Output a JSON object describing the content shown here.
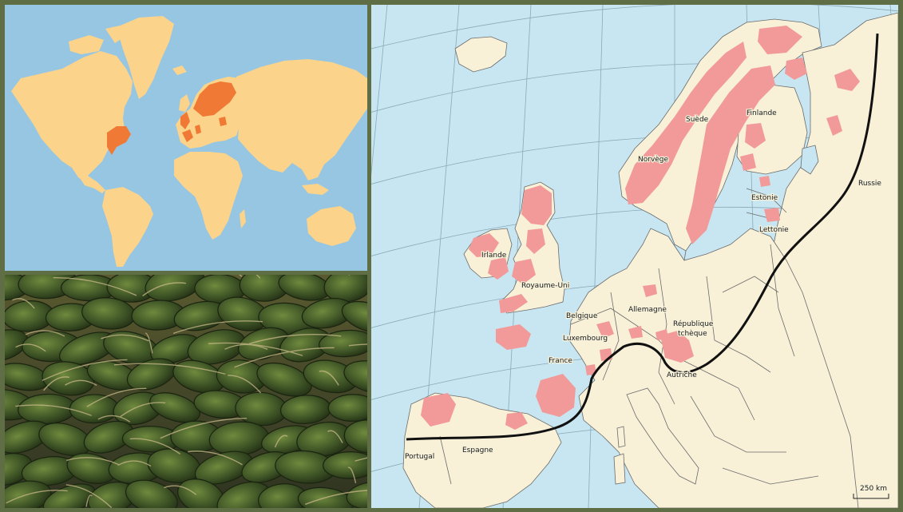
{
  "colors": {
    "ocean": "#97c6e3",
    "land_world": "#fbd38a",
    "range_world": "#f07a35",
    "sea_europe": "#c7e6f1",
    "land_europe": "#f8f1d8",
    "range_europe": "#f29a9a",
    "border": "#6b6b6b",
    "limit_line": "#111111",
    "frame": "#5f6e45"
  },
  "world_map": {
    "legend": ""
  },
  "photo": {
    "caption": ""
  },
  "europe_map": {
    "countries": {
      "irlande": "Irlande",
      "royaume_uni": "Royaume-Uni",
      "norvege": "Norvège",
      "suede": "Suède",
      "finlande": "Finlande",
      "russie": "Russie",
      "estonie": "Estonie",
      "lettonie": "Lettonie",
      "belgique": "Belgique",
      "luxembourg": "Luxembourg",
      "allemagne": "Allemagne",
      "republique_tcheque_1": "République",
      "republique_tcheque_2": "tchèque",
      "france": "France",
      "autriche": "Autriche",
      "portugal": "Portugal",
      "espagne": "Espagne"
    },
    "scale_label": "250 km"
  }
}
